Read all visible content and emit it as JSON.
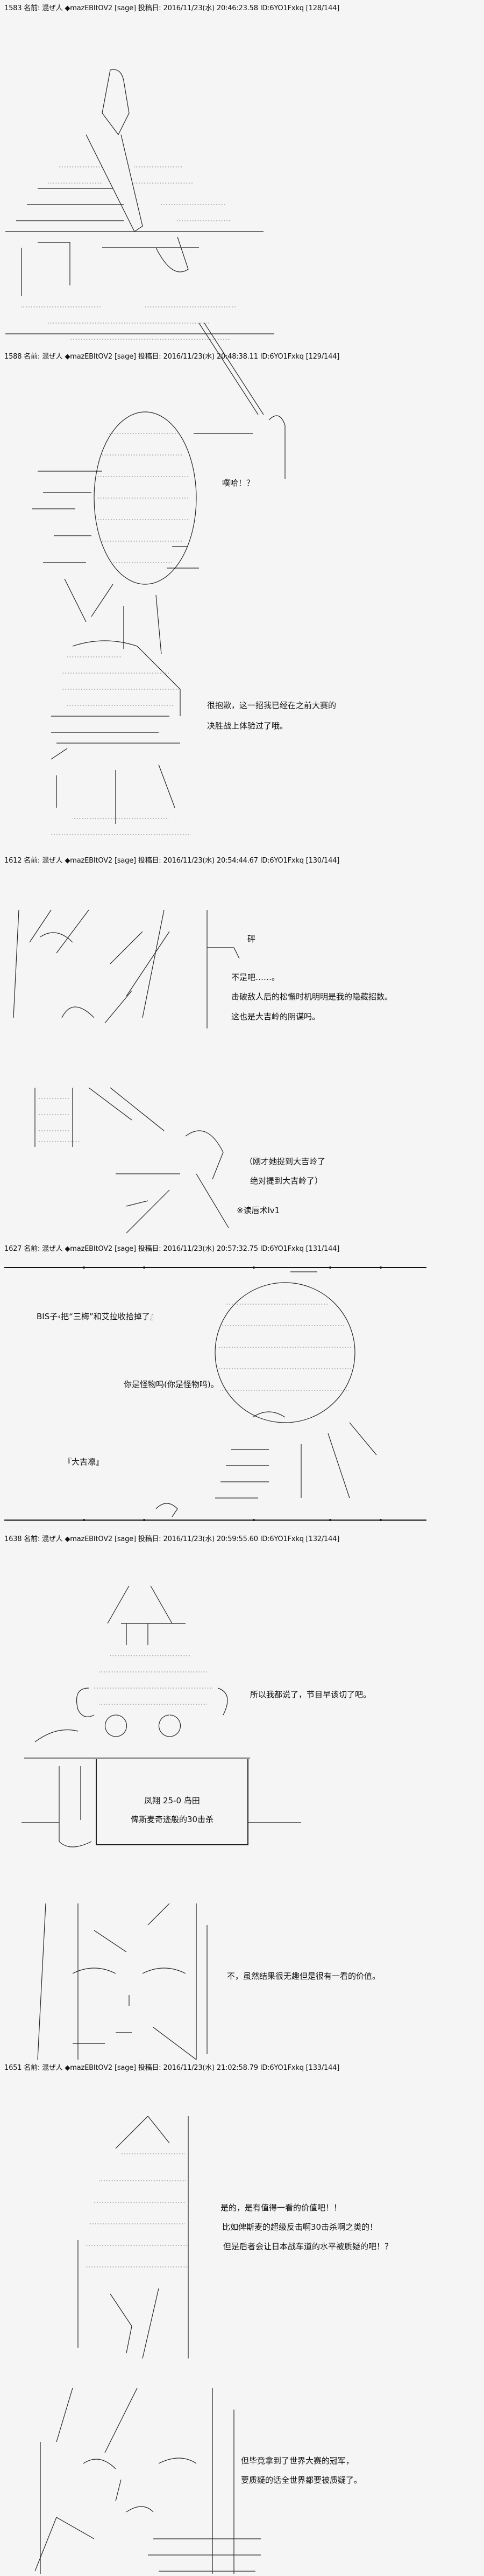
{
  "posts": [
    {
      "number": "1583",
      "name_label": "名前:",
      "name": "混ぜ人",
      "trip": "◆mazEBItOV2",
      "mail": "[sage]",
      "date_label": "投稿日:",
      "date": "2016/11/23(水) 20:46:23.58",
      "id": "ID:6YO1Fxkq",
      "count": "[128/144]"
    },
    {
      "number": "1588",
      "name_label": "名前:",
      "name": "混ぜ人",
      "trip": "◆mazEBItOV2",
      "mail": "[sage]",
      "date_label": "投稿日:",
      "date": "2016/11/23(水) 20:48:38.11",
      "id": "ID:6YO1Fxkq",
      "count": "[129/144]"
    },
    {
      "number": "1612",
      "name_label": "名前:",
      "name": "混ぜ人",
      "trip": "◆mazEBItOV2",
      "mail": "[sage]",
      "date_label": "投稿日:",
      "date": "2016/11/23(水) 20:54:44.67",
      "id": "ID:6YO1Fxkq",
      "count": "[130/144]"
    },
    {
      "number": "1627",
      "name_label": "名前:",
      "name": "混ぜ人",
      "trip": "◆mazEBItOV2",
      "mail": "[sage]",
      "date_label": "投稿日:",
      "date": "2016/11/23(水) 20:57:32.75",
      "id": "ID:6YO1Fxkq",
      "count": "[131/144]"
    },
    {
      "number": "1638",
      "name_label": "名前:",
      "name": "混ぜ人",
      "trip": "◆mazEBItOV2",
      "mail": "[sage]",
      "date_label": "投稿日:",
      "date": "2016/11/23(水) 20:59:55.60",
      "id": "ID:6YO1Fxkq",
      "count": "[132/144]"
    },
    {
      "number": "1651",
      "name_label": "名前:",
      "name": "混ぜ人",
      "trip": "◆mazEBItOV2",
      "mail": "[sage]",
      "date_label": "投稿日:",
      "date": "2016/11/23(水) 21:02:58.79",
      "id": "ID:6YO1Fxkq",
      "count": "[133/144]"
    }
  ],
  "dialogue": {
    "p2_sfx": "噗哈！？",
    "p2_a": "很抱歉，这一招我已经在之前大赛的",
    "p2_b": "决胜战上体验过了哦。",
    "p3_sfx": "砰",
    "p3_a": "不是吧……。",
    "p3_b": "击破敌人后的松懈时机明明是我的隐藏招数。",
    "p3_c": "这也是大吉岭的阴谋吗。",
    "p3_d": "（刚才她提到大吉岭了",
    "p3_e": "绝对提到大吉岭了）",
    "p3_f": "※读唇术lv1",
    "p4_a": "BIS子‹把“三梅”和艾拉收拾掉了』",
    "p4_b": "你是怪物吗(你是怪物吗)。",
    "p4_c": "『大吉凛』",
    "p5_a": "所以我都说了，节目早该切了吧。",
    "p5_box_a": "凤翔 25-0 岛田",
    "p5_box_b": "俾斯麦奇迹般的30击杀",
    "p5_b": "不，虽然结果很无趣但是很有一看的价值。",
    "p6_a": "是的，是有值得一看的价值吧！！",
    "p6_b": "比如俾斯麦的超级反击啊30击杀啊之类的！",
    "p6_c": "但是后者会让日本战车道的水平被质疑的吧！？",
    "p6_d": "但毕竟拿到了世界大赛的冠军，",
    "p6_e": "要质疑的话全世界都要被质疑了。"
  }
}
